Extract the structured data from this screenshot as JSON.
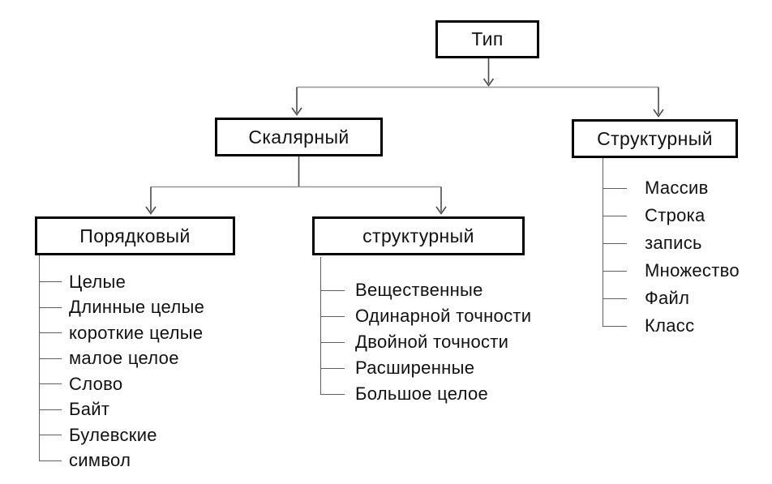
{
  "diagram": {
    "title": "Type hierarchy diagram (data types, Russian)",
    "colors": {
      "background": "#ffffff",
      "box_border": "#000000",
      "text": "#111111",
      "connector_horizontal": "#969696",
      "connector_vertical": "#4a4a4a",
      "bracket_line": "#5f5f5f"
    },
    "nodes": {
      "root": {
        "label": "Тип"
      },
      "scalar": {
        "label": "Скалярный"
      },
      "structural_top": {
        "label": "Структурный"
      },
      "ordinal": {
        "label": "Порядковый"
      },
      "structural_mid": {
        "label": "структурный"
      }
    },
    "lists": {
      "ordinal_children": [
        "Целые",
        "Длинные целые",
        "короткие целые",
        "малое целое",
        "Слово",
        "Байт",
        "Булевские",
        "символ"
      ],
      "structural_mid_children": [
        "Вещественные",
        "Одинарной точности",
        "Двойной точности",
        "Расширенные",
        "Большое целое"
      ],
      "structural_top_children": [
        "Массив",
        "Строка",
        "запись",
        "Множество",
        "Файл",
        "Класс"
      ]
    },
    "edges": [
      {
        "from": "root",
        "to": "scalar"
      },
      {
        "from": "root",
        "to": "structural_top"
      },
      {
        "from": "scalar",
        "to": "ordinal"
      },
      {
        "from": "scalar",
        "to": "structural_mid"
      }
    ]
  }
}
